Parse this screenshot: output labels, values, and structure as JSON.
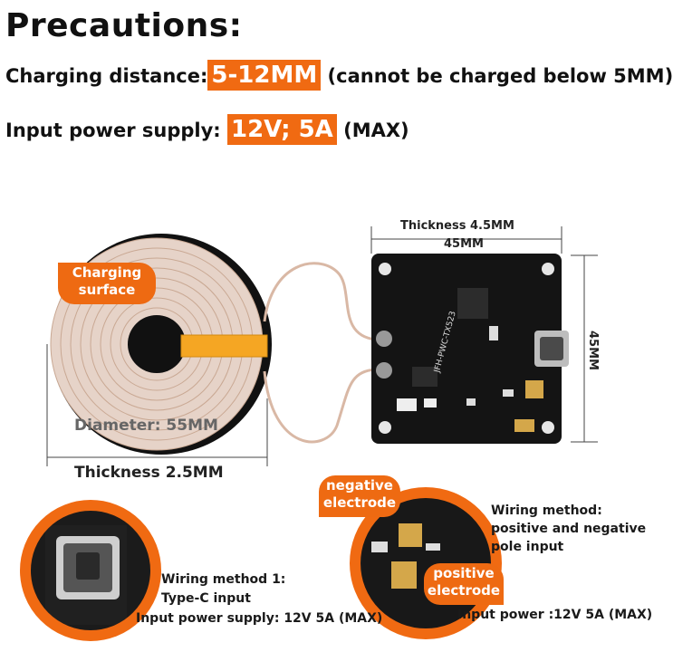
{
  "header": {
    "title": "Precautions:",
    "distance_label": "Charging distance:",
    "distance_value": "5-12MM",
    "distance_note": "(cannot be charged below 5MM)",
    "power_label": "Input power supply:",
    "power_value": "12V; 5A",
    "power_note": "(MAX)"
  },
  "coil": {
    "charging_surface_line1": "Charging",
    "charging_surface_line2": "surface",
    "diameter": "Diameter: 55MM",
    "thickness": "Thickness 2.5MM"
  },
  "board": {
    "thickness": "Thickness 4.5MM",
    "width": "45MM",
    "height": "45MM",
    "silkscreen": "JFH-PWC-TX523"
  },
  "typec": {
    "method": "Wiring method 1:",
    "type": "Type-C input",
    "power": "Input power supply: 12V 5A (MAX)"
  },
  "pins": {
    "negative_line1": "negative",
    "negative_line2": "electrode",
    "positive_line1": "positive",
    "positive_line2": "electrode",
    "method_line1": "Wiring method:",
    "method_line2": "positive and negative",
    "method_line3": "pole input",
    "power": "Input power :12V 5A (MAX)"
  },
  "colors": {
    "accent": "#f06a12",
    "board": "#141414",
    "coil": "#e8d6cc"
  }
}
